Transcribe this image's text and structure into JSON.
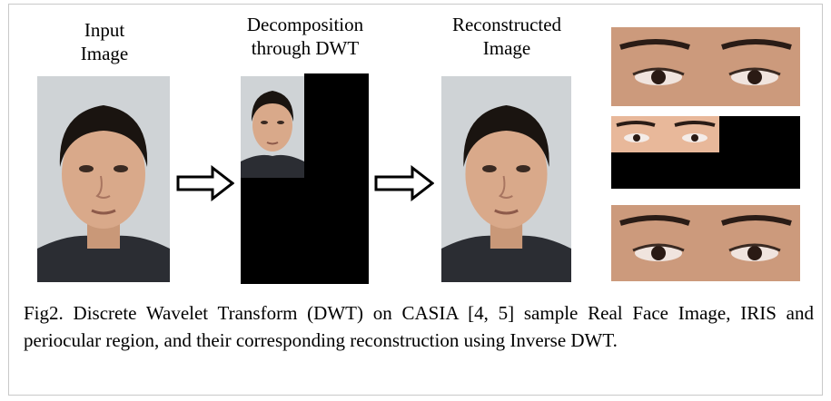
{
  "labels": {
    "input": "Input\nImage",
    "decomposition": "Decomposition\nthrough DWT",
    "reconstructed": "Reconstructed\nImage"
  },
  "caption": "Fig2. Discrete Wavelet Transform (DWT) on CASIA [4, 5] sample Real Face Image, IRIS and periocular region, and their corresponding reconstruction using Inverse DWT.",
  "icons": {
    "arrow": "right-outline-arrow-icon"
  },
  "colors": {
    "skin": "#d9a98a",
    "hair": "#1a1410",
    "background_wall": "#cfd3d6",
    "dwt_black": "#000000"
  }
}
